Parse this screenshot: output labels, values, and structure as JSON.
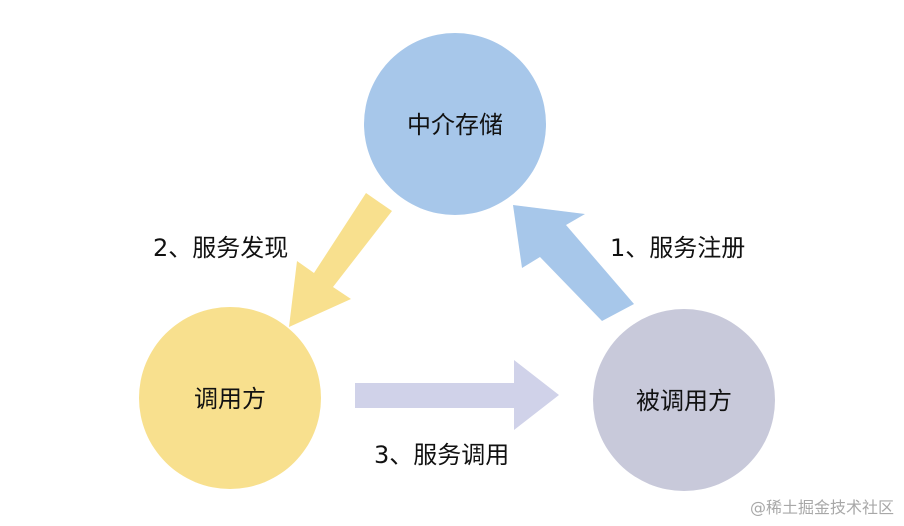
{
  "nodes": {
    "registry": {
      "label": "中介存储",
      "color": "#a7c7ea"
    },
    "consumer": {
      "label": "调用方",
      "color": "#f8e08e"
    },
    "provider": {
      "label": "被调用方",
      "color": "#c8c9da"
    }
  },
  "edges": {
    "register": {
      "label": "1、服务注册",
      "color": "#a7c7ea"
    },
    "discover": {
      "label": "2、服务发现",
      "color": "#f8e08e"
    },
    "invoke": {
      "label": "3、服务调用",
      "color": "#d0d2e9"
    }
  },
  "watermark": "@稀土掘金技术社区"
}
